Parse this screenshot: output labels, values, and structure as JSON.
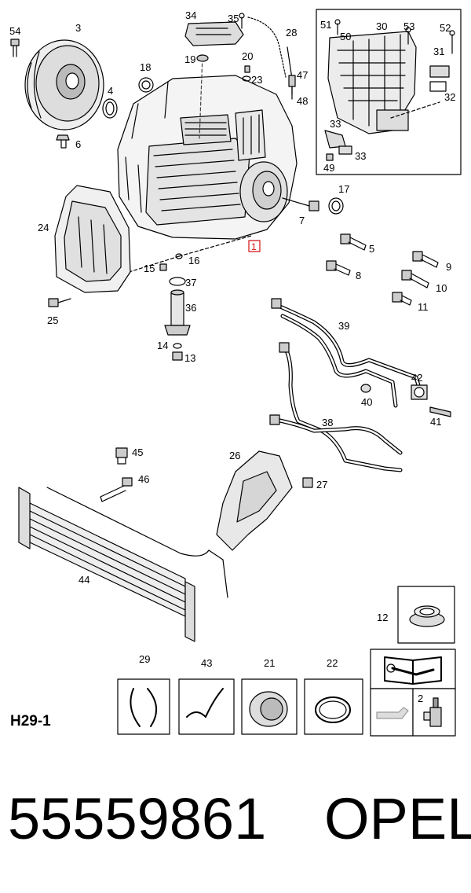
{
  "diagram": {
    "section_code": "H29-1",
    "highlighted_callout": "1",
    "callouts": [
      "2",
      "3",
      "4",
      "5",
      "6",
      "7",
      "8",
      "9",
      "10",
      "11",
      "12",
      "13",
      "14",
      "15",
      "16",
      "17",
      "18",
      "19",
      "20",
      "21",
      "22",
      "23",
      "24",
      "25",
      "26",
      "27",
      "28",
      "29",
      "30",
      "31",
      "32",
      "33",
      "33",
      "34",
      "35",
      "36",
      "37",
      "38",
      "39",
      "40",
      "41",
      "42",
      "43",
      "44",
      "45",
      "46",
      "47",
      "48",
      "49",
      "50",
      "51",
      "52",
      "53",
      "54"
    ],
    "icons": [
      "transmission-assembly-icon",
      "torque-converter-icon",
      "valve-body-icon",
      "oil-pan-icon",
      "cooler-hose-icon",
      "heat-shield-icon",
      "oil-cooler-icon",
      "manual-book-icon",
      "wrench-icon",
      "oil-can-icon",
      "fluid-bottle-icon"
    ]
  },
  "footer": {
    "part_number": "55559861",
    "brand": "OPEL"
  }
}
